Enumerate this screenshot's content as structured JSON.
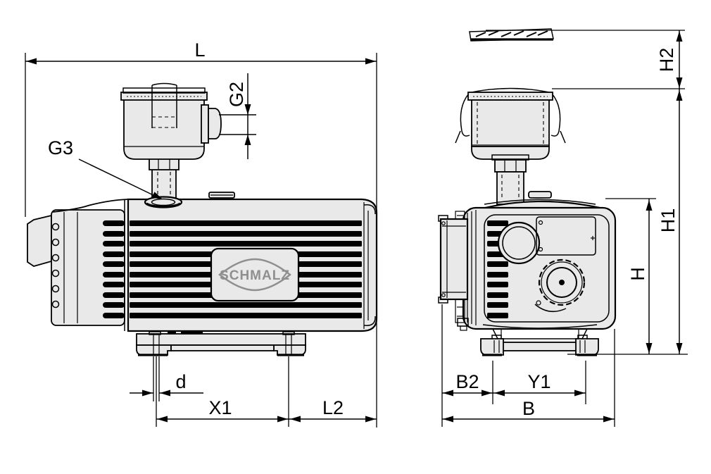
{
  "logo": {
    "text": "SCHMALZ"
  },
  "side_view": {
    "labels": {
      "L": "L",
      "G3": "G3",
      "G2": "G2",
      "d": "d",
      "X1": "X1",
      "L2": "L2"
    }
  },
  "front_view": {
    "labels": {
      "H2": "H2",
      "H1": "H1",
      "H": "H",
      "B2": "B2",
      "Y1": "Y1",
      "B": "B"
    }
  },
  "colors": {
    "line": "#000000",
    "body_fill": "#e9e9e9",
    "logo_gray": "#8f8f8f",
    "background": "#ffffff"
  }
}
